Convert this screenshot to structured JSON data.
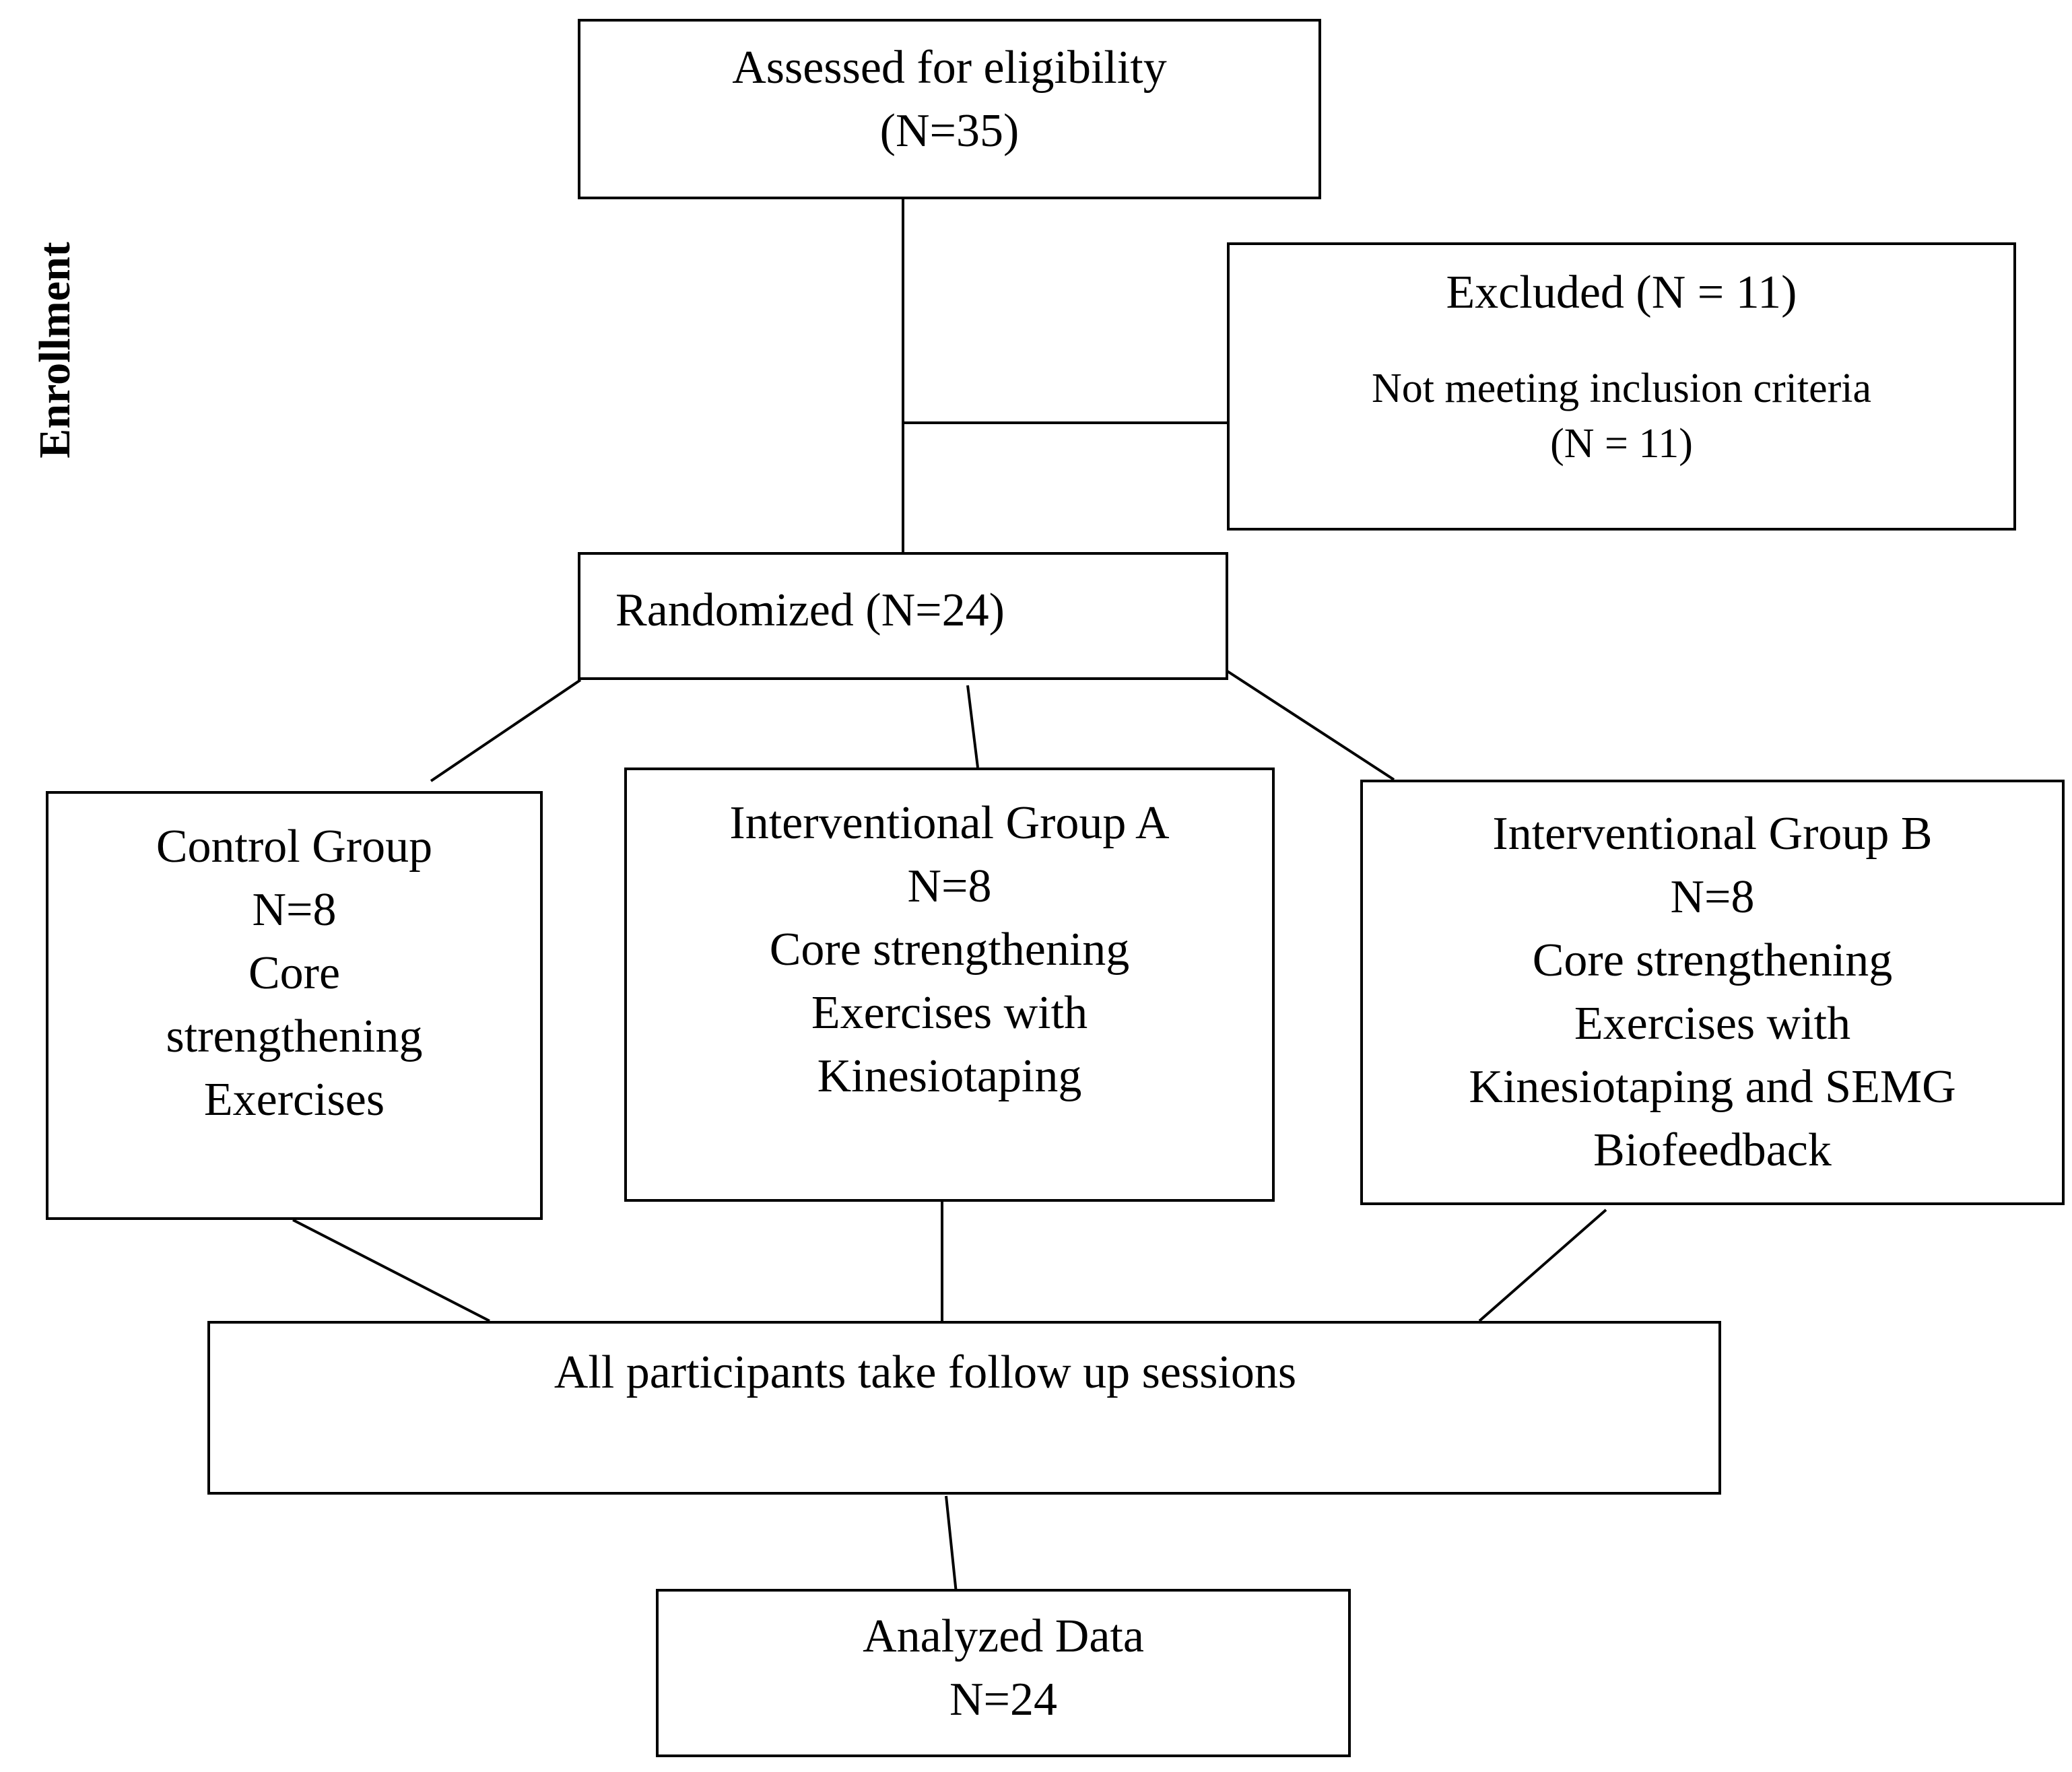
{
  "phase_label": "Enrollment",
  "assessed": {
    "line1": "Assessed for eligibility",
    "line2": "(N=35)"
  },
  "excluded": {
    "title": "Excluded (N = 11)",
    "reason": "Not meeting inclusion criteria",
    "reason_count": "(N = 11)"
  },
  "randomized": {
    "label": "Randomized (N=24)"
  },
  "groups": [
    {
      "lines": [
        "Control Group",
        "N=8",
        "Core",
        "strengthening",
        "Exercises"
      ]
    },
    {
      "lines": [
        "Interventional Group A",
        "N=8",
        "Core strengthening",
        "Exercises with",
        "Kinesiotaping"
      ]
    },
    {
      "lines": [
        "Interventional Group B",
        "N=8",
        "Core strengthening",
        "Exercises with",
        "Kinesiotaping and SEMG",
        "Biofeedback"
      ]
    }
  ],
  "follow_up": {
    "label": "All participants take follow up sessions"
  },
  "analyzed": {
    "line1": "Analyzed Data",
    "line2": "N=24"
  },
  "colors": {
    "stroke": "#000000",
    "background": "#ffffff"
  }
}
